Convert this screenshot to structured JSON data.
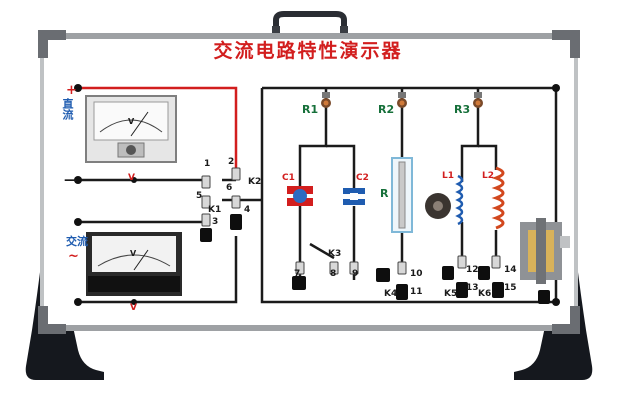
{
  "board": {
    "title": "交流电路特性演示器",
    "dc_label": "直流",
    "dc_plus": "+",
    "dc_minus": "—",
    "ac_label": "交流",
    "ac_symbol": "~",
    "meter_unit_v": "V",
    "dc_meter_caption": "V",
    "ac_meter_caption": "V",
    "colors": {
      "wire": "#1b1b1b",
      "red_wire": "#d21e1e",
      "board": "#ffffff",
      "frame": "#8c8f92",
      "title": "#d21e1e",
      "component_label": "#16703a",
      "stand": "#15181e"
    }
  },
  "resistors": {
    "r1": "R1",
    "r2": "R2",
    "r3": "R3",
    "r": "R"
  },
  "capacitors": {
    "c1": "C1",
    "c2": "C2"
  },
  "inductors": {
    "l1": "L1",
    "l2": "L2"
  },
  "switches": {
    "k1": "K1",
    "k2": "K2",
    "k3": "K3",
    "k4": "K4",
    "k5": "K5",
    "k6": "K6"
  },
  "terminals": [
    "1",
    "2",
    "3",
    "4",
    "5",
    "6",
    "7",
    "8",
    "9",
    "10",
    "11",
    "12",
    "13",
    "14",
    "15"
  ]
}
